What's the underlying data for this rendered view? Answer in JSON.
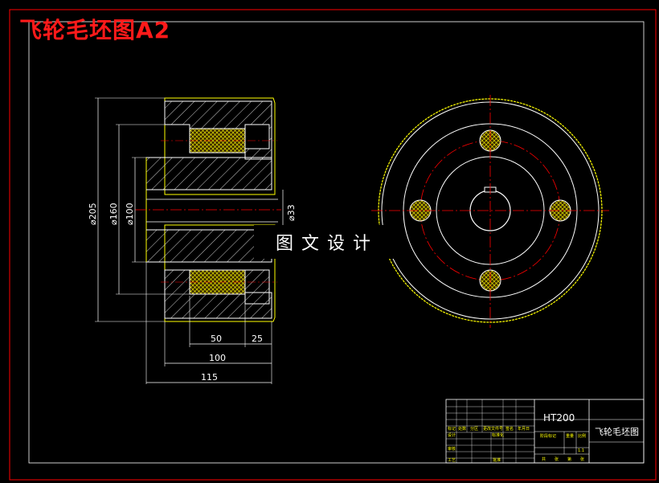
{
  "header": {
    "title": "飞轮毛坯图A2"
  },
  "watermark": {
    "text": "图文设计"
  },
  "dimensions": {
    "d205": "⌀205",
    "d160": "⌀160",
    "d100": "⌀100",
    "d33": "⌀33",
    "w50": "50",
    "w25": "25",
    "w100": "100",
    "w115": "115"
  },
  "title_block": {
    "material": "HT200",
    "part_name": "飞轮毛坯图",
    "scale": "1:1",
    "labels": {
      "mark": "标记",
      "count": "处数",
      "zone": "分区",
      "change_doc": "更改文件号",
      "signature": "签名",
      "date": "年月日",
      "design": "设计",
      "standardize": "标准化",
      "stage_mark": "阶段标记",
      "weight": "重量",
      "ratio": "比例",
      "review": "审核",
      "process": "工艺",
      "approve": "批准",
      "sheets_total": "共",
      "sheet": "张",
      "sheet_no": "第"
    }
  },
  "colors": {
    "background": "#000000",
    "outline": "#ffffff",
    "border": "#ff0000",
    "centerline": "#ff0000",
    "hatch": "#ffff00"
  }
}
